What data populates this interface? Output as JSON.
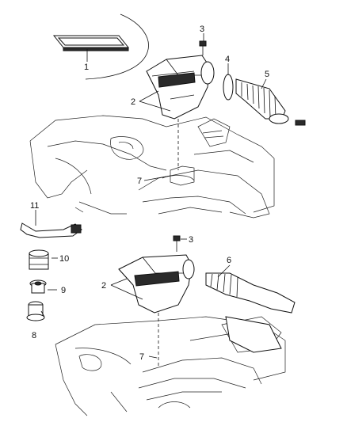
{
  "callouts": {
    "c1": "1",
    "c2_top": "2",
    "c2_bottom": "2",
    "c3_top": "3",
    "c3_bottom": "3",
    "c4": "4",
    "c5": "5",
    "c6": "6",
    "c7_top": "7",
    "c7_bottom": "7",
    "c8": "8",
    "c9": "9",
    "c10": "10",
    "c11": "11"
  }
}
